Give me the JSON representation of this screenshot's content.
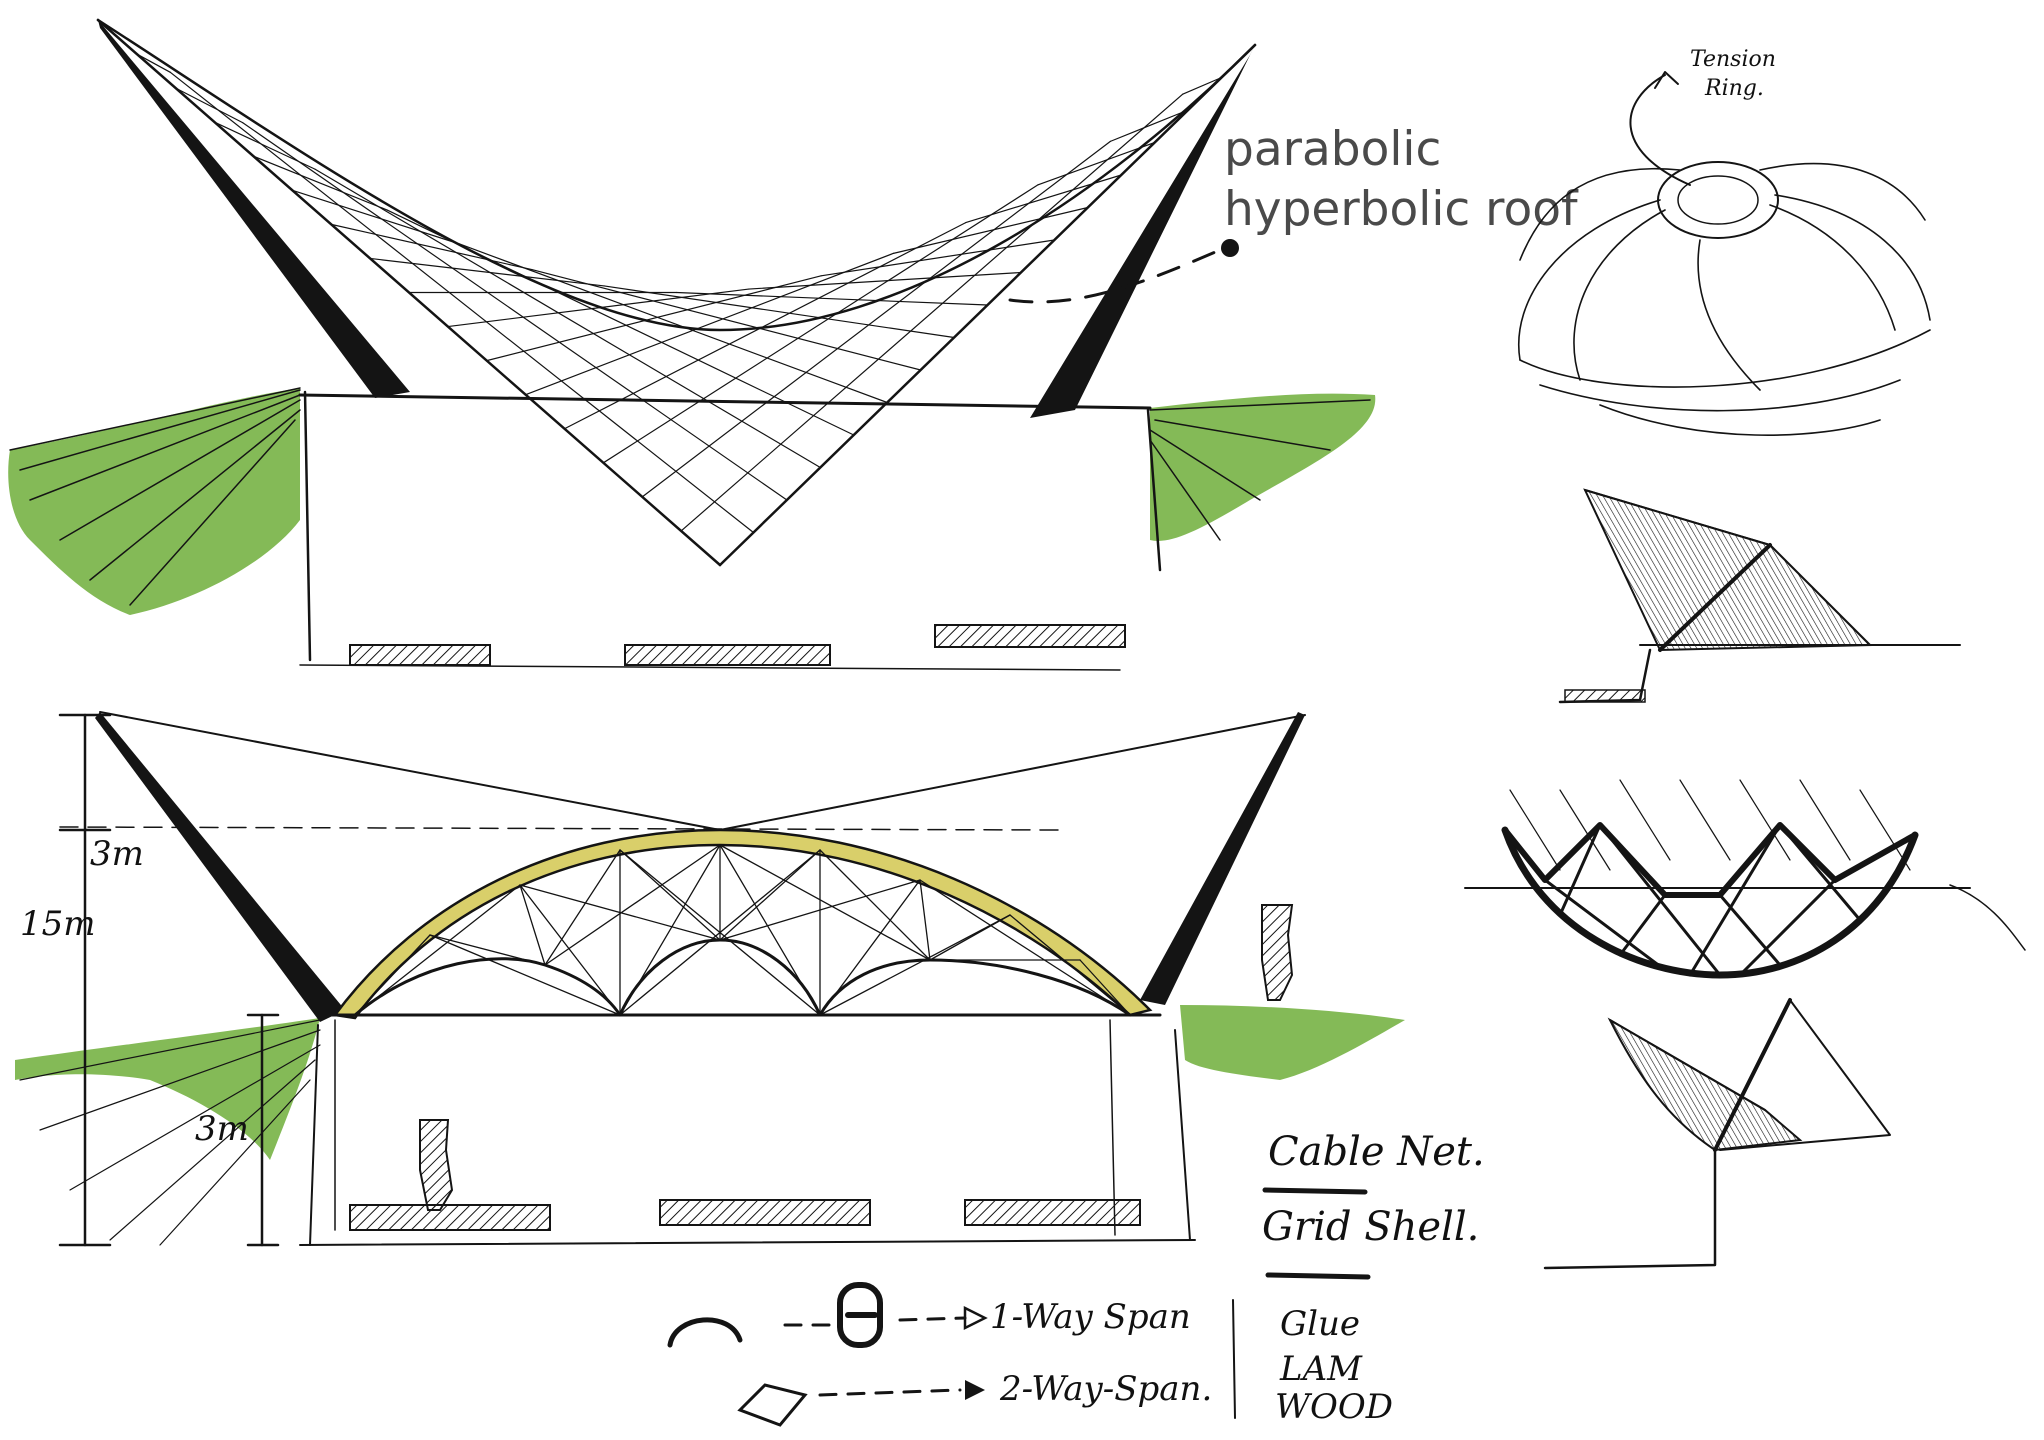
{
  "labels": {
    "roof_type_line1": "parabolic",
    "roof_type_line2": "hyperbolic roof",
    "tension_ring_line1": "Tension",
    "tension_ring_line2": "Ring.",
    "height_15": "15m",
    "height_3_top": "3m",
    "height_3_mid": "3m",
    "legend_cable_net": "Cable Net.",
    "legend_grid_shell": "Grid Shell.",
    "span_one_way": "1-Way Span",
    "span_two_way": "2-Way-Span.",
    "material_line1": "Glue",
    "material_line2": "LAM",
    "material_line3": "WOOD"
  },
  "colors": {
    "ink": "#141414",
    "green": "#6fae3a",
    "yellow": "#d9cf6a",
    "print_text": "#4a4a4a"
  }
}
